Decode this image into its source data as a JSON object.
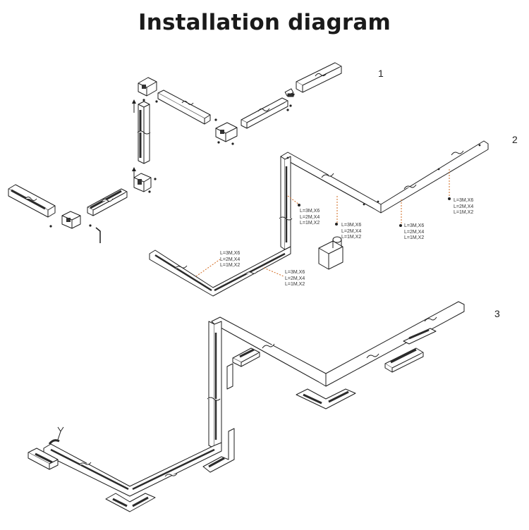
{
  "title": "Installation diagram",
  "steps": {
    "s1": "1",
    "s2": "2",
    "s3": "3"
  },
  "length_note": {
    "line1": "L=3M,X6",
    "line2": "L=2M,X4",
    "line3": "L=1M,X2"
  },
  "colors": {
    "line": "#1e1e1e",
    "rail_fill": "#ffffff",
    "rail_dark": "#2b2b2b",
    "guide": "#d2691e"
  }
}
